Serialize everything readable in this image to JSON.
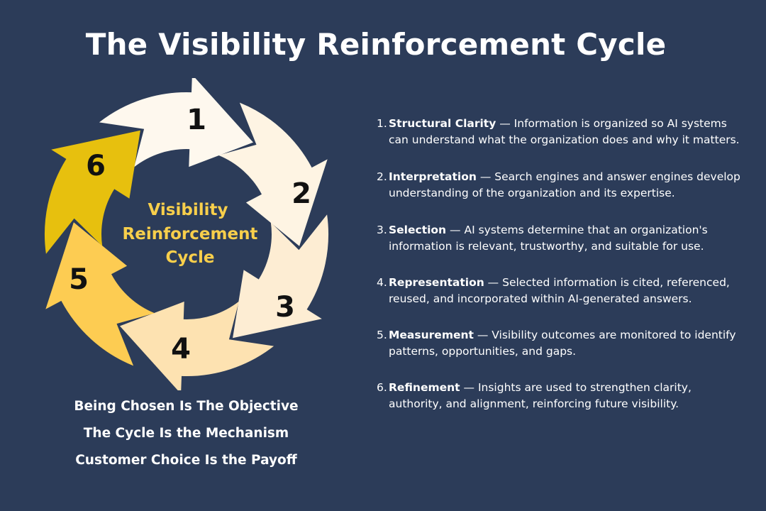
{
  "title": "The Visibility Reinforcement Cycle",
  "diagram": {
    "center_label": [
      "Visibility",
      "Reinforcement",
      "Cycle"
    ],
    "segments": [
      {
        "number": "1",
        "color": "#fef8ee"
      },
      {
        "number": "2",
        "color": "#fef4e3"
      },
      {
        "number": "3",
        "color": "#fdedd3"
      },
      {
        "number": "4",
        "color": "#fde2b1"
      },
      {
        "number": "5",
        "color": "#fdcc52"
      },
      {
        "number": "6",
        "color": "#e7c00e"
      }
    ],
    "center_label_color": "#f8cf4b"
  },
  "taglines": [
    "Being Chosen Is The Objective",
    "The Cycle Is the Mechanism",
    "Customer Choice Is the Payoff"
  ],
  "steps": [
    {
      "number": "1.",
      "title": "Structural Clarity",
      "text": " — Information is organized so AI systems can understand what the organization does and why it matters."
    },
    {
      "number": "2.",
      "title": "Interpretation",
      "text": " — Search engines and answer engines develop understanding of the organization and its expertise."
    },
    {
      "number": "3.",
      "title": "Selection",
      "text": " — AI systems determine that an organization's information is relevant, trustworthy, and suitable for use."
    },
    {
      "number": "4.",
      "title": "Representation",
      "text": " — Selected information is cited, referenced, reused, and incorporated within AI-generated answers."
    },
    {
      "number": "5.",
      "title": "Measurement",
      "text": " — Visibility outcomes are monitored to identify patterns, opportunities, and gaps."
    },
    {
      "number": "6.",
      "title": "Refinement",
      "text": " — Insights are used to strengthen clarity, authority, and alignment, reinforcing future visibility."
    }
  ]
}
